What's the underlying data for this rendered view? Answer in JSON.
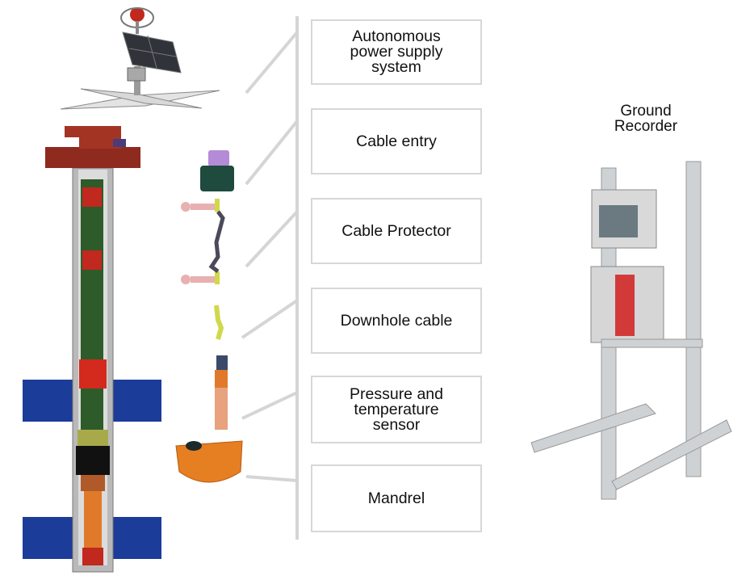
{
  "components": [
    {
      "id": "power",
      "label": "Autonomous\npower supply\nsystem"
    },
    {
      "id": "cable_entry",
      "label": "Cable entry"
    },
    {
      "id": "cable_protector",
      "label": "Cable Protector"
    },
    {
      "id": "downhole_cable",
      "label": "Downhole cable"
    },
    {
      "id": "sensor",
      "label": "Pressure and\ntemperature\nsensor"
    },
    {
      "id": "mandrel",
      "label": "Mandrel"
    }
  ],
  "ground_recorder": {
    "title": "Ground\nRecorder"
  },
  "colors": {
    "flange": "#8e2a1e",
    "tubing": "#2e5b2a",
    "casing_blue": "#1c3c9a",
    "connector_red": "#c1281e",
    "sensor_body": "#e8a27e",
    "mandrel_orange": "#e67e22",
    "cable_yellow": "#cfd94a",
    "frame_grey": "#cfd2d4",
    "box_border": "#d7d7d7"
  }
}
